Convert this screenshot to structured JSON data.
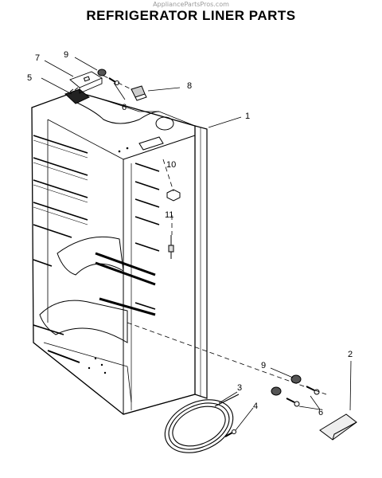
{
  "header": {
    "watermark": "AppliancePartsPros.com",
    "title": "REFRIGERATOR LINER PARTS"
  },
  "callouts": [
    {
      "id": "c1",
      "label": "1"
    },
    {
      "id": "c2",
      "label": "2"
    },
    {
      "id": "c3",
      "label": "3"
    },
    {
      "id": "c4",
      "label": "4"
    },
    {
      "id": "c5",
      "label": "5"
    },
    {
      "id": "c6a",
      "label": "6"
    },
    {
      "id": "c6b",
      "label": "6"
    },
    {
      "id": "c7",
      "label": "7"
    },
    {
      "id": "c8",
      "label": "8"
    },
    {
      "id": "c9a",
      "label": "9"
    },
    {
      "id": "c9b",
      "label": "9"
    },
    {
      "id": "c10",
      "label": "10"
    },
    {
      "id": "c11",
      "label": "11"
    }
  ]
}
